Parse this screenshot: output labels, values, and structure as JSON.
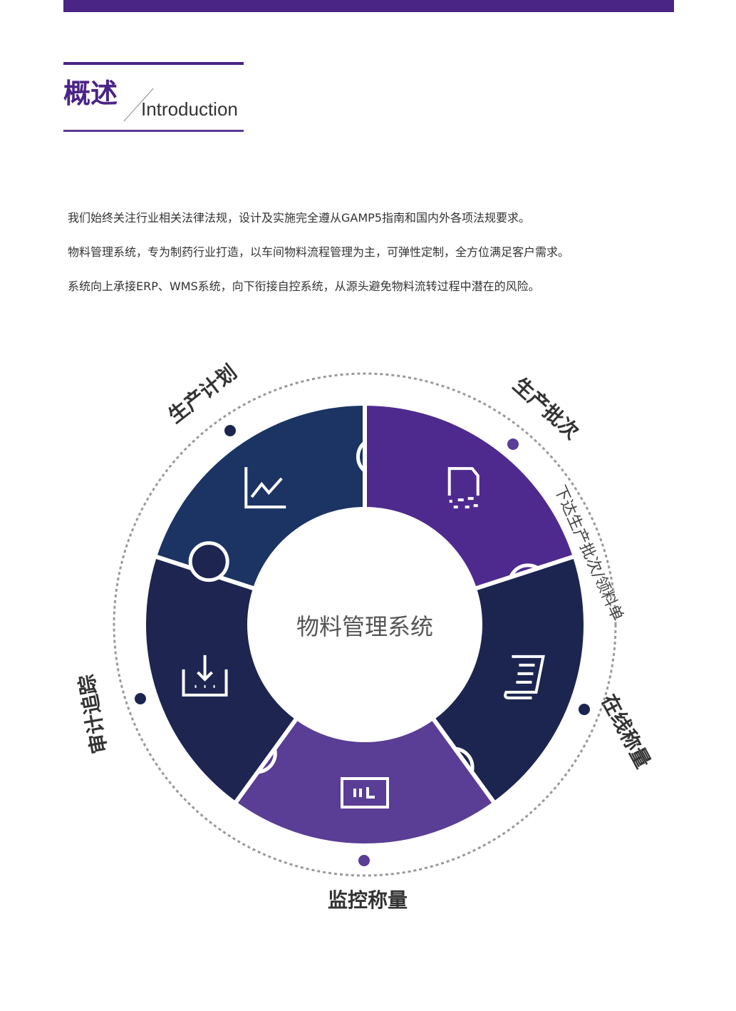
{
  "header": {
    "title_cn": "概述",
    "title_en": "Introduction"
  },
  "paragraphs": [
    "我们始终关注行业相关法律法规，设计及实施完全遵从GAMP5指南和国内外各项法规要求。",
    "物料管理系统，专为制药行业打造，以车间物料流程管理为主，可弹性定制，全方位满足客户需求。",
    "系统向上承接ERP、WMS系统，向下衔接自控系统，从源头避免物料流转过程中潜在的风险。"
  ],
  "diagram": {
    "center": "物料管理系统",
    "segments": [
      {
        "label": "审计追踪",
        "icon": "line-chart-icon",
        "color": "#1b3464"
      },
      {
        "label": "生产计划",
        "icon": "document-icon",
        "color": "#4f2a8e"
      },
      {
        "label": "生产批次",
        "icon": "receipt-icon",
        "color": "#1c2550"
      },
      {
        "label": "在线称量",
        "icon": "scale-display-icon",
        "color": "#5a3d94"
      },
      {
        "label": "监控称量",
        "icon": "download-tray-icon",
        "color": "#1d2550"
      }
    ],
    "side_note": "下达生产批次/领料单"
  }
}
